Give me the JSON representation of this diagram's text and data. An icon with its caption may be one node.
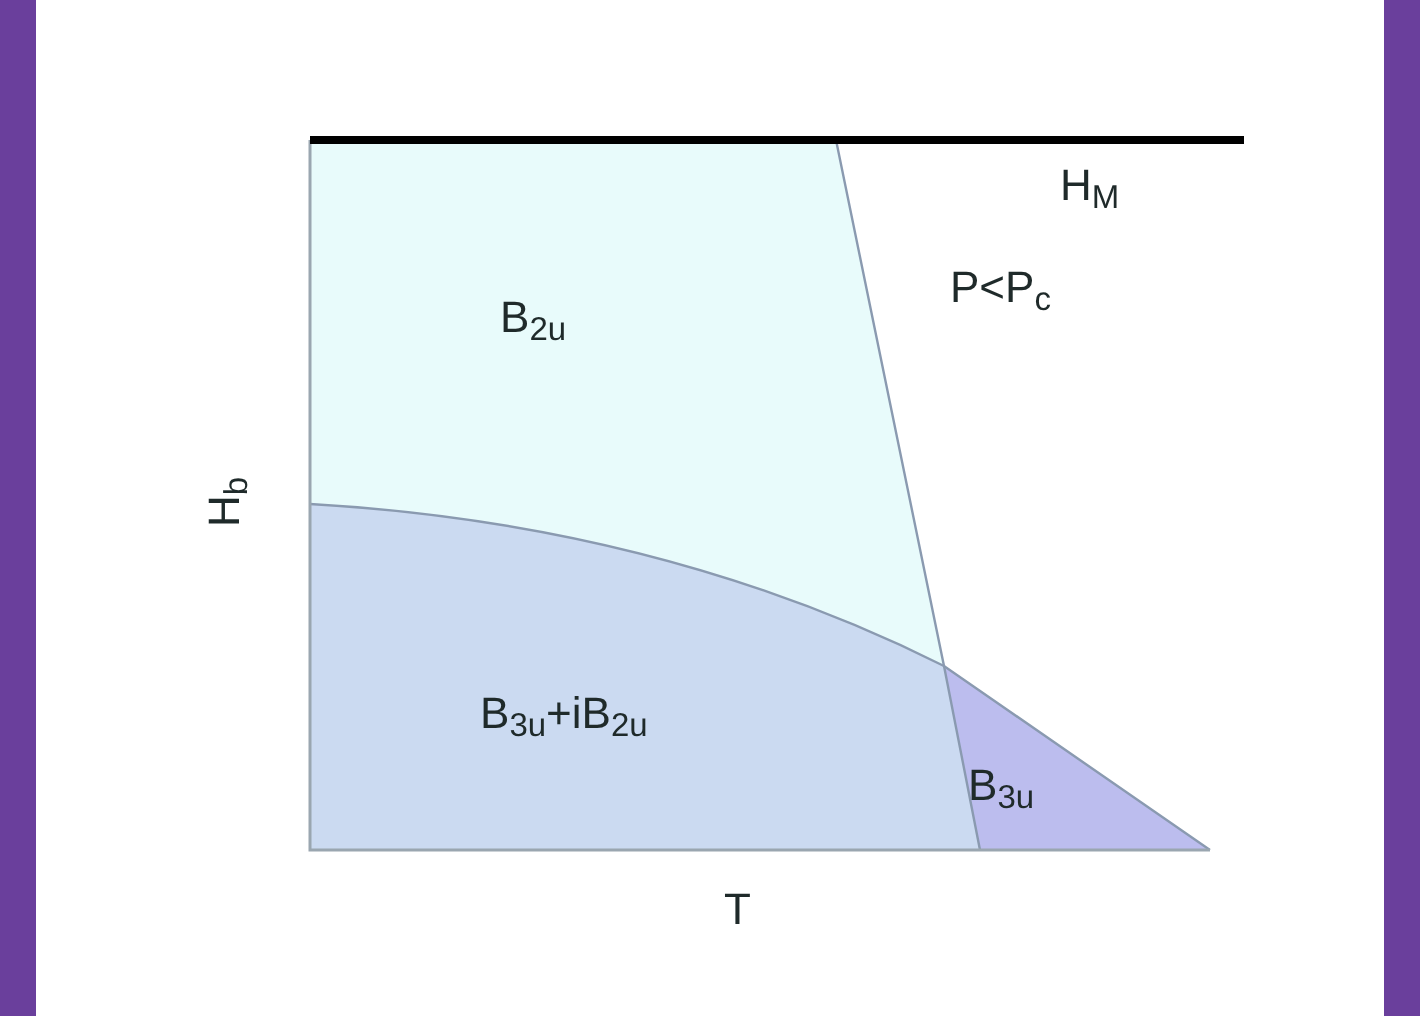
{
  "diagram": {
    "labels": [
      "H$_{M}$",
      "B$_{2u}$",
      "P<P$_{c}$",
      "H$_{b}$",
      "B$_{3u}$+iB$_{2u}$",
      "B$_{3u}$",
      "T"
    ]
  }
}
